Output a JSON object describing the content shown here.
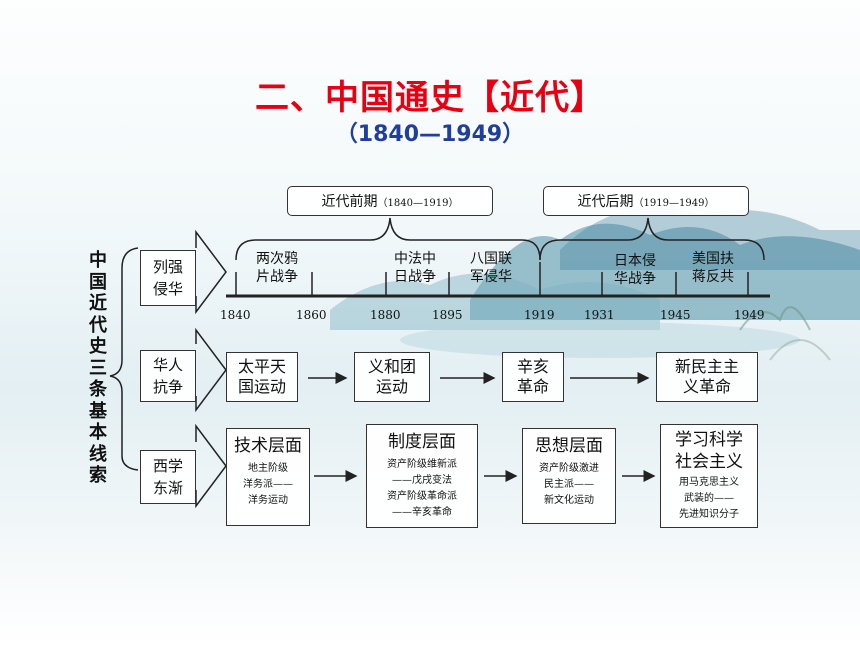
{
  "title": "二、中国通史【近代】",
  "subtitle": "（1840—1949）",
  "side_label": [
    "中",
    "国",
    "近",
    "代",
    "史",
    "三",
    "条",
    "基",
    "本",
    "线",
    "索"
  ],
  "periods": [
    {
      "label": "近代前期",
      "range": "（1840—1919）"
    },
    {
      "label": "近代后期",
      "range": "（1919—1949）"
    }
  ],
  "lines": [
    {
      "label": [
        "列强",
        "侵华"
      ]
    },
    {
      "label": [
        "华人",
        "抗争"
      ]
    },
    {
      "label": [
        "西学",
        "东渐"
      ]
    }
  ],
  "events": [
    {
      "lines": [
        "两次鸦",
        "片战争"
      ]
    },
    {
      "lines": [
        "中法中",
        "日战争"
      ]
    },
    {
      "lines": [
        "八国联",
        "军侵华"
      ]
    },
    {
      "lines": [
        "日本侵",
        "华战争"
      ]
    },
    {
      "lines": [
        "美国扶",
        "蒋反共"
      ]
    }
  ],
  "years": [
    "1840",
    "1860",
    "1880",
    "1895",
    "1919",
    "1931",
    "1945",
    "1949"
  ],
  "struggles": [
    {
      "lines": [
        "太平天",
        "国运动"
      ]
    },
    {
      "lines": [
        "义和团",
        "运动"
      ]
    },
    {
      "lines": [
        "辛亥",
        "革命"
      ]
    },
    {
      "lines": [
        "新民主主",
        "义革命"
      ]
    }
  ],
  "layers": [
    {
      "heading": "技术层面",
      "details": [
        "地主阶级",
        "洋务派——",
        "洋务运动"
      ]
    },
    {
      "heading": "制度层面",
      "details": [
        "资产阶级维新派",
        "——戊戌变法",
        "资产阶级革命派",
        "——辛亥革命"
      ]
    },
    {
      "heading": "思想层面",
      "details": [
        "资产阶级激进",
        "民主派——",
        "新文化运动"
      ]
    },
    {
      "heading": "学习科学",
      "heading2": "社会主义",
      "details": [
        "用马克思主义",
        "武装的——",
        "先进知识分子"
      ]
    }
  ]
}
